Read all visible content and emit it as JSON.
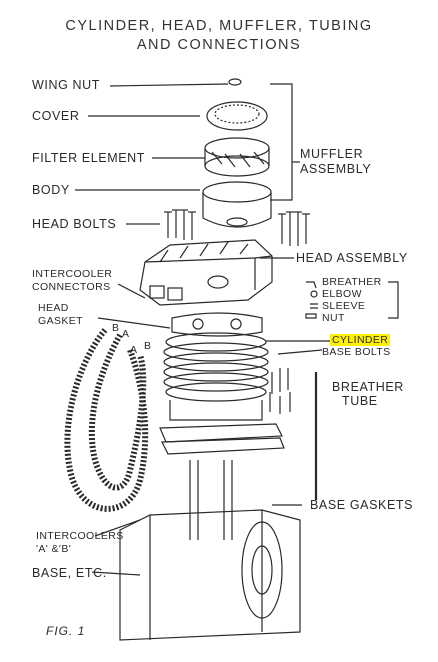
{
  "title_line1": "CYLINDER, HEAD, MUFFLER, TUBING",
  "title_line2": "AND CONNECTIONS",
  "labels": {
    "wing_nut": "WING NUT",
    "cover": "COVER",
    "filter_element": "FILTER ELEMENT",
    "body": "BODY",
    "muffler_assembly_1": "MUFFLER",
    "muffler_assembly_2": "ASSEMBLY",
    "head_bolts": "HEAD BOLTS",
    "head_assembly": "HEAD ASSEMBLY",
    "intercooler_connectors_1": "INTERCOOLER",
    "intercooler_connectors_2": "CONNECTORS",
    "breather": "BREATHER",
    "elbow": "ELBOW",
    "sleeve": "SLEEVE",
    "nut": "NUT",
    "head_gasket_1": "HEAD",
    "head_gasket_2": "GASKET",
    "cylinder": "CYLINDER",
    "base_bolts": "BASE BOLTS",
    "breather_tube_1": "BREATHER",
    "breather_tube_2": "TUBE",
    "tube_a": "A",
    "tube_b": "B",
    "base_gaskets": "BASE GASKETS",
    "intercoolers_1": "INTERCOOLERS",
    "intercoolers_2": "'A' &'B'",
    "base_etc": "BASE, ETC.",
    "fig": "FIG. 1"
  },
  "colors": {
    "highlight": "#fff200",
    "ink": "#2a2a2a"
  }
}
